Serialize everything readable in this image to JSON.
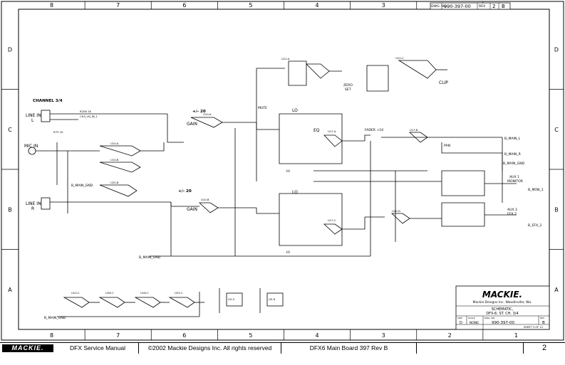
{
  "zones": {
    "columns": [
      "8",
      "7",
      "6",
      "5",
      "4",
      "3",
      "2",
      "1"
    ],
    "rows": [
      "D",
      "C",
      "B",
      "A"
    ]
  },
  "drawing_box": {
    "label_no": "DWG. NO.",
    "number": "990-397-00",
    "label_rev": "REV",
    "rev_parts": [
      "2",
      "B"
    ]
  },
  "titles": {
    "channel": "CHANNEL 3/4",
    "line_in_l": [
      "LINE IN",
      "L"
    ],
    "mic_in": [
      "MIC IN"
    ],
    "line_in_r": [
      "LINE IN",
      "R"
    ],
    "gain_top": "GAIN",
    "gain_bottom": "GAIN",
    "db20_top": "+/- 20",
    "db20_bottom": "+/- 20",
    "mute": "MUTE",
    "lo_top": "LO",
    "lo_bottom": "LO",
    "eq": "EQ",
    "hi_top": "HI",
    "hi_bottom": "HI",
    "zero_set": [
      "ZERO",
      "SET"
    ],
    "clip": "CLIP",
    "fader": "FADER +10",
    "pan": "PAN",
    "aux1": [
      "AUX 1",
      "MONITOR"
    ],
    "aux2": [
      "AUX 2",
      "EFX 2"
    ]
  },
  "net_labels": {
    "b_main_l": "B_MAIN_L",
    "b_main_r": "B_MAIN_R",
    "b_main_gnd_top": "B_MAIN_GND",
    "b_mon_1": "B_MON_1",
    "b_efx_2": "B_EFX_2",
    "b_main_gnd_left": "B_MAIN_GND",
    "b_main_gnd_bottom": "B_MAIN_GND",
    "b_main_gnd_a": "B_MAIN_GND"
  },
  "title_block": {
    "brand": "MACKIE.",
    "company": "Mackie Designs Inc. Woodinville, Wa.",
    "doc_type": "SCHEMATIC,",
    "doc_title": "DFX-6: ST. CH. 3/4",
    "size_label": "SIZE",
    "size": "D",
    "scale_label": "SCALE",
    "scale": "NONE",
    "dwg_label": "DWG. NO.",
    "dwg_no": "990-397-00",
    "rev_label": "REV",
    "rev": "B",
    "sheet": "SHEET 3 OF 12"
  },
  "footer": {
    "logo": "MACKIE.",
    "manual": "DFX Service Manual",
    "copyright": "©2002 Mackie Designs Inc. All rights reserved",
    "board": "DFX6 Main Board 397 Rev B",
    "page": "2"
  }
}
